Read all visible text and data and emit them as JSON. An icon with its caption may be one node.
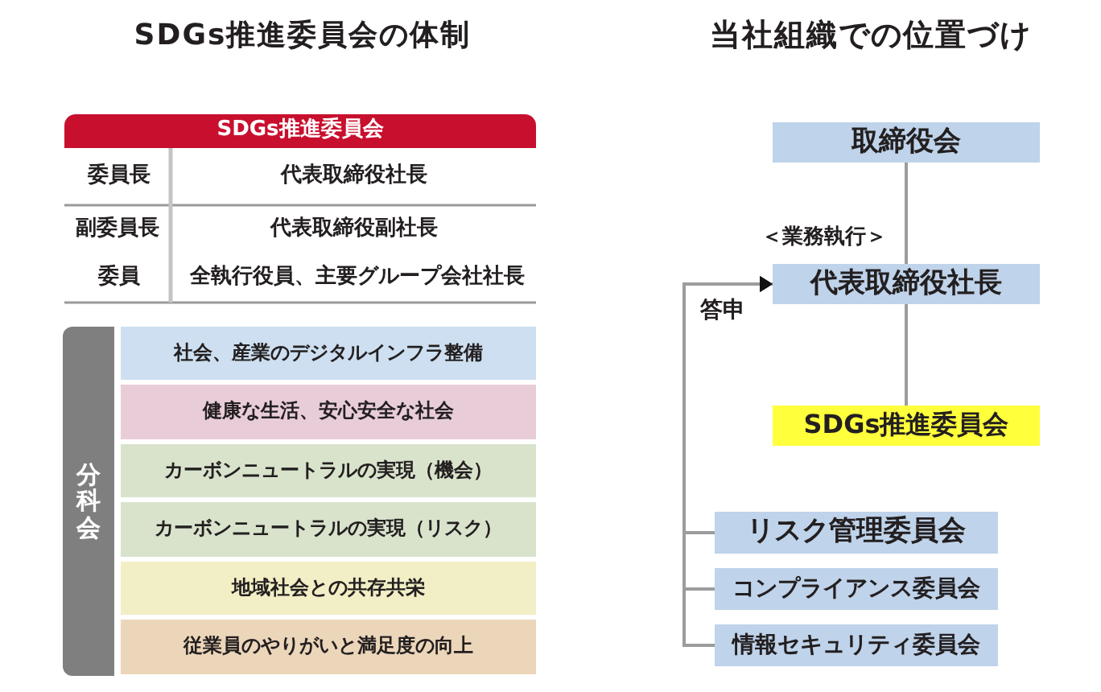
{
  "diagram": {
    "nodes": [
      {
        "text": [
          "SDGs推進委員会"
        ]
      },
      {
        "text": [
          "分科会"
        ]
      },
      {
        "text": [
          "社会、産業のデジタルインフラ整備"
        ]
      },
      {
        "text": [
          "健康な生活、安心安全な社会"
        ]
      },
      {
        "text": [
          "カーボンニュートラルの実現（機会）"
        ]
      },
      {
        "text": [
          "カーボンニュートラルの実現（リスク）"
        ]
      },
      {
        "text": [
          "地域社会との共存共栄"
        ]
      },
      {
        "text": [
          "従業員のやりがいと満足度の向上"
        ]
      },
      {
        "text": [
          "取締役会"
        ]
      },
      {
        "text": [
          "代表取締役社長"
        ],
        "beside": [
          "＜業務執行＞"
        ]
      },
      {
        "text": [
          "SDGs推進委員会"
        ]
      },
      {
        "text": [
          "リスク管理委員会"
        ]
      },
      {
        "text": [
          "コンプライアンス委員会"
        ]
      },
      {
        "text": [
          "情報セキュリティ委員会"
        ]
      }
    ],
    "edges": [
      {
        "from": 8,
        "to": 9,
        "arrow": "none"
      },
      {
        "from": 9,
        "to": 10,
        "arrow": "none"
      },
      {
        "from": 11,
        "to": 9,
        "arrow": "to",
        "label": "答申"
      },
      {
        "from": 12,
        "to": 9,
        "arrow": "to"
      },
      {
        "from": 13,
        "to": 9,
        "arrow": "to"
      }
    ],
    "labels": [
      "SDGs推進委員会の体制",
      "当社組織での位置づけ",
      "委員長",
      "代表取締役社長",
      "副委員長",
      "代表取締役副社長",
      "委員",
      "全執行役員、主要グループ会社社長"
    ]
  }
}
